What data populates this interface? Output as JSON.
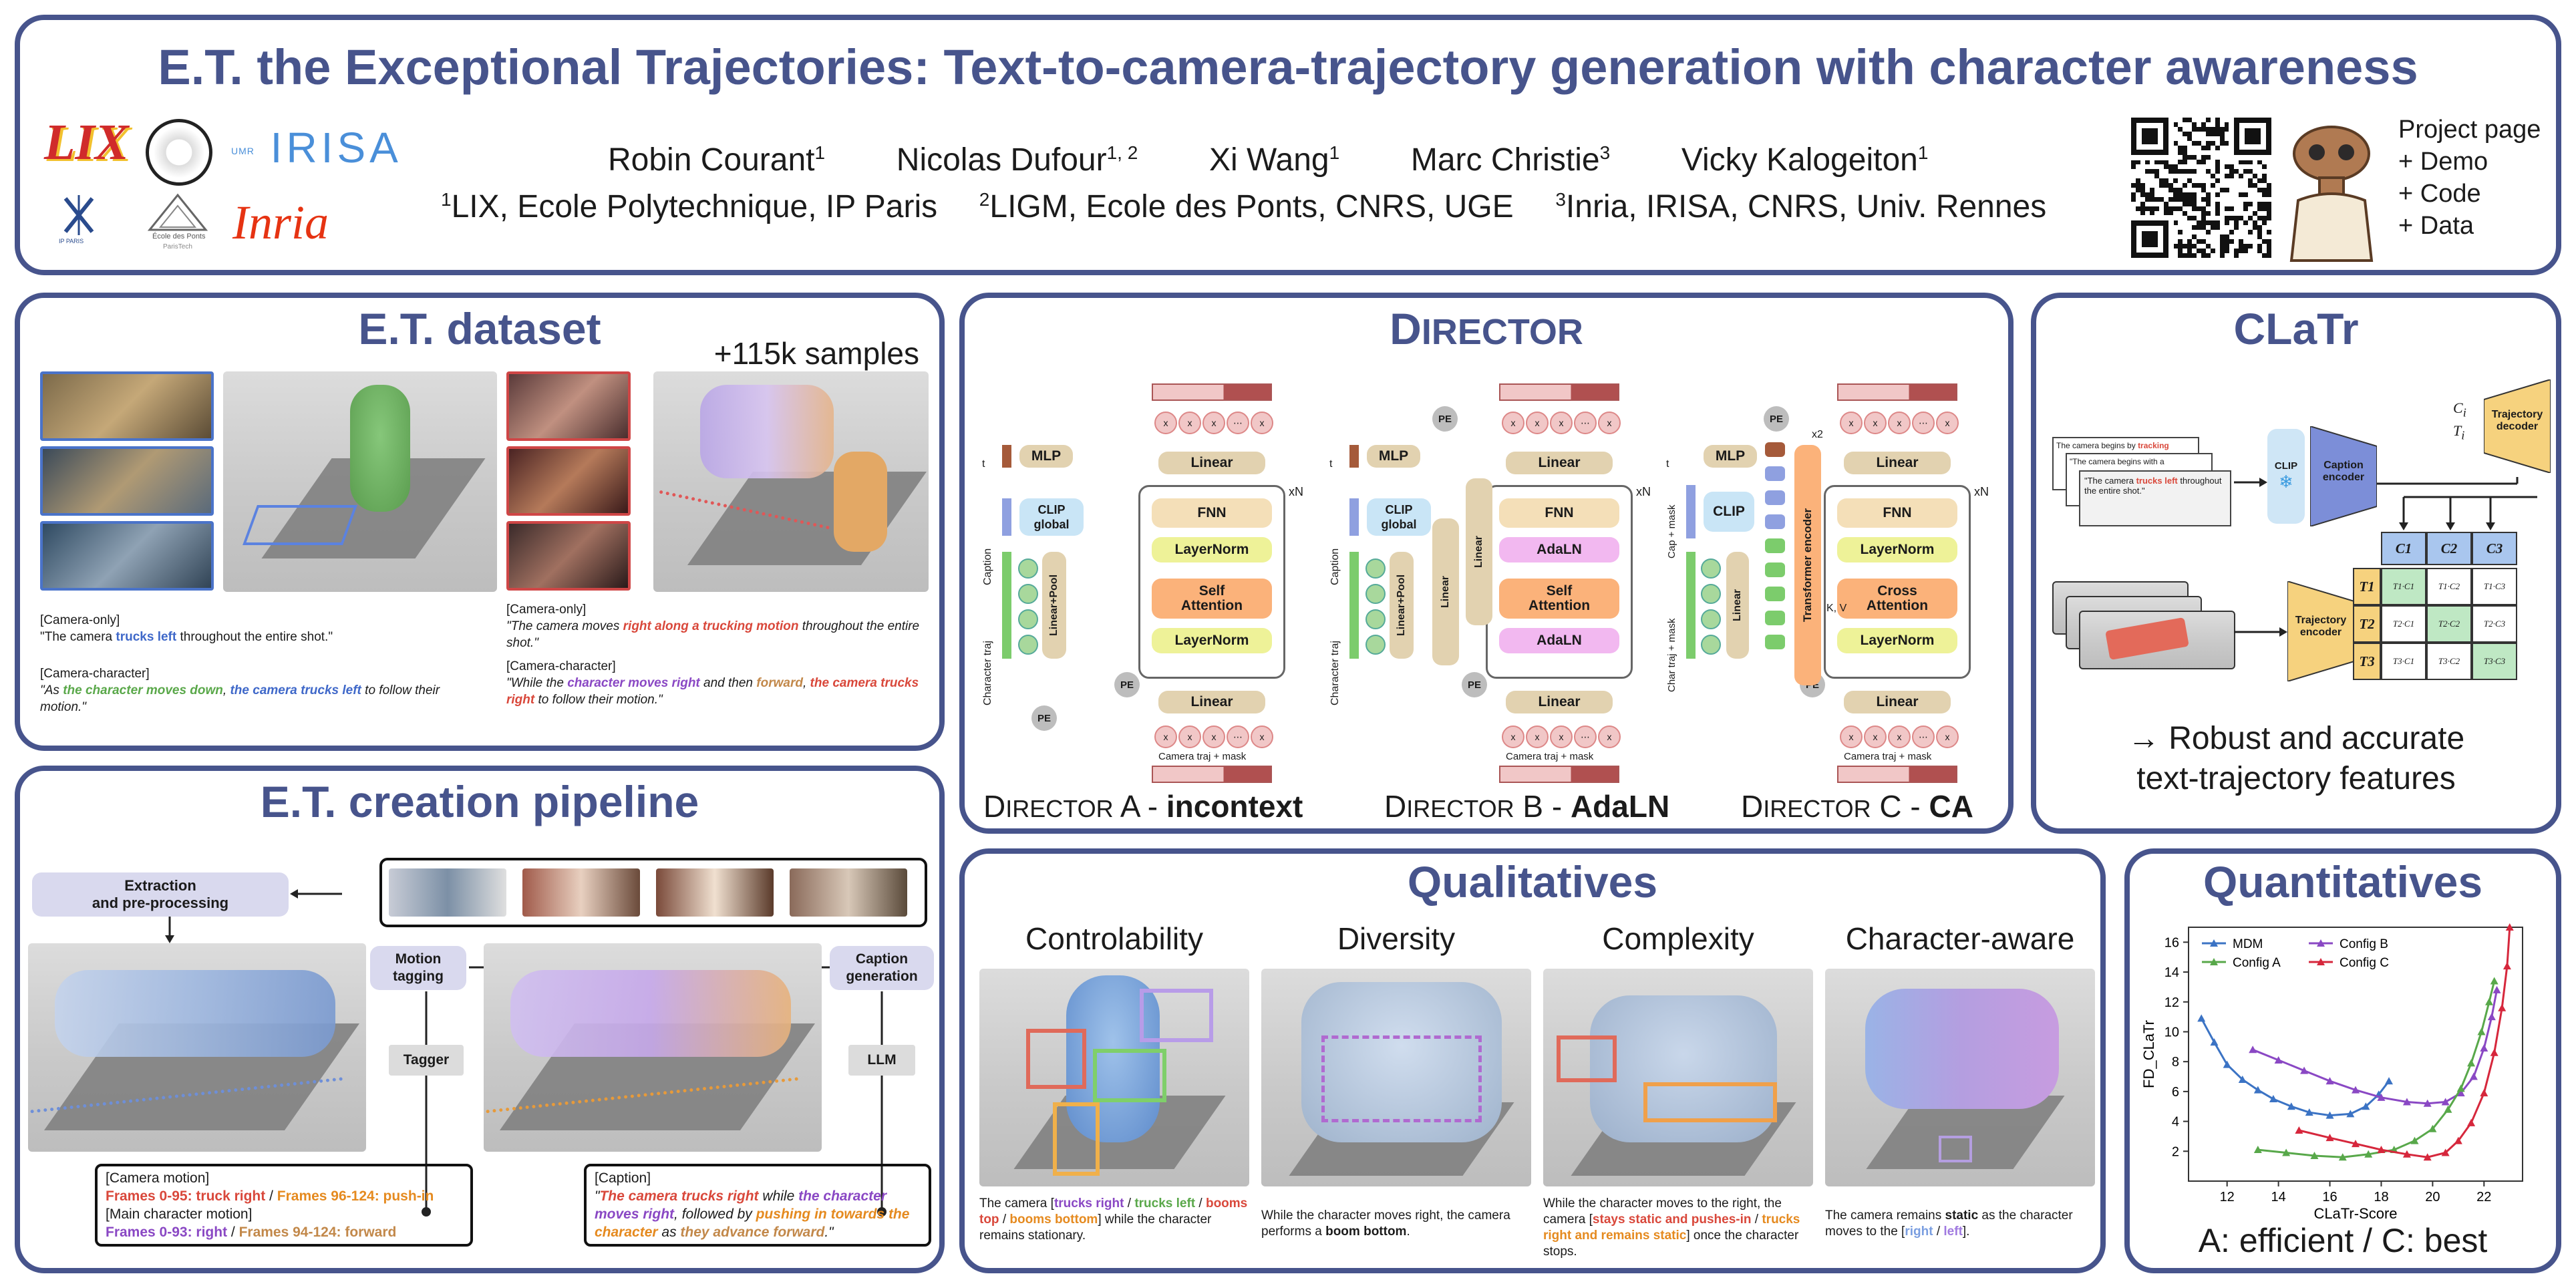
{
  "header": {
    "title": "E.T. the Exceptional Trajectories: Text-to-camera-trajectory generation with character awareness",
    "authors": [
      {
        "name": "Robin Courant",
        "sup": "1"
      },
      {
        "name": "Nicolas Dufour",
        "sup": "1, 2"
      },
      {
        "name": "Xi Wang",
        "sup": "1"
      },
      {
        "name": "Marc Christie",
        "sup": "3"
      },
      {
        "name": "Vicky Kalogeiton",
        "sup": "1"
      }
    ],
    "affiliations": [
      {
        "sup": "1",
        "text": "LIX, Ecole Polytechnique, IP Paris"
      },
      {
        "sup": "2",
        "text": "LIGM, Ecole des Ponts, CNRS, UGE"
      },
      {
        "sup": "3",
        "text": "Inria, IRISA, CNRS, Univ. Rennes"
      }
    ],
    "logos": {
      "lix": "LIX",
      "irisa": "IRISA",
      "irisa_prefix": "UMR",
      "inria": "Inria",
      "ponts": "École des Ponts",
      "ponts_sub": "ParisTech",
      "ipparis": "IP PARIS"
    },
    "project_lines": [
      "Project page",
      "+ Demo",
      "+ Code",
      "+ Data"
    ]
  },
  "dataset": {
    "title": "E.T. dataset",
    "count": "+115k samples",
    "left_tag1": "[Camera-only]",
    "left_q1_a": "\"The camera ",
    "left_q1_b": "trucks left",
    "left_q1_c": " throughout the entire shot.\"",
    "left_tag2": "[Camera-character]",
    "left_q2_a": "\"As ",
    "left_q2_b": "the character moves down",
    "left_q2_c": ", ",
    "left_q2_d": "the camera trucks left",
    "left_q2_e": " to follow their motion.\"",
    "right_tag1": "[Camera-only]",
    "right_q1_a": "\"The camera moves ",
    "right_q1_b": "right along a trucking motion",
    "right_q1_c": " throughout the entire shot.\"",
    "right_tag2": "[Camera-character]",
    "right_q2_a": "\"While the ",
    "right_q2_b": "character moves right",
    "right_q2_c": " and then ",
    "right_q2_d": "forward",
    "right_q2_e": ", ",
    "right_q2_f": "the camera trucks right",
    "right_q2_g": " to follow their motion.\""
  },
  "pipeline": {
    "title": "E.T. creation pipeline",
    "extraction": "Extraction\nand pre-processing",
    "motion_tagging": "Motion\ntagging",
    "caption_generation": "Caption\ngeneration",
    "tagger": "Tagger",
    "llm": "LLM",
    "tag_lines": [
      {
        "t": "[Camera motion]"
      },
      {
        "a": "Frames 0-95: truck right",
        "sep": " / ",
        "b": "Frames 96-124: push-in"
      },
      {
        "t": "[Main character motion]"
      },
      {
        "a": "Frames 0-93: right",
        "sep": " / ",
        "b": "Frames 94-124: forward"
      }
    ],
    "caption_tag": "[Caption]",
    "caption_parts": [
      "\"",
      "The camera trucks right",
      " while ",
      "the character moves right",
      ", followed by ",
      "pushing in towards the character",
      " as ",
      "they advance forward",
      ".\""
    ]
  },
  "director": {
    "title_a": "D",
    "title_b": "IRECTOR",
    "labels": [
      {
        "a": "D",
        "b": "IRECTOR",
        "c": " A - ",
        "d": "incontext"
      },
      {
        "a": "D",
        "b": "IRECTOR",
        "c": " B - ",
        "d": "AdaLN"
      },
      {
        "a": "D",
        "b": "IRECTOR",
        "c": " C - ",
        "d": "CA"
      }
    ],
    "modules": {
      "mlp": "MLP",
      "clip_global": "CLIP\nglobal",
      "clip": "CLIP",
      "linear": "Linear",
      "linear_pool": "Linear+Pool",
      "fnn": "FNN",
      "layernorm": "LayerNorm",
      "adaln": "AdaLN",
      "self_attention": "Self\nAttention",
      "cross_attention": "Cross\nAttention",
      "transformer_encoder": "Transformer encoder",
      "pe": "PE",
      "xn": "xN",
      "x2": "x2",
      "kv": "K, V",
      "t": "t",
      "caption": "Caption",
      "character_traj": "Character traj",
      "cap_mask": "Cap + mask",
      "char_mask": "Char traj + mask",
      "cam_input": "Camera traj + mask"
    }
  },
  "clatr": {
    "title": "CLaTr",
    "caption_text1": "The camera begins by ",
    "caption_text1_hl": "tracking",
    "caption_text2": "\"The camera begins with a",
    "caption_text3": "\"The camera ",
    "caption_text3_hl": "trucks left",
    "caption_text3_end": " throughout the entire shot.\"",
    "clip": "CLIP",
    "caption_encoder": "Caption\nencoder",
    "trajectory_encoder": "Trajectory\nencoder",
    "trajectory_decoder": "Trajectory\ndecoder",
    "ci": "C",
    "ti": "T",
    "c_heads": [
      "C1",
      "C2",
      "C3"
    ],
    "t_rows": [
      "T1",
      "T2",
      "T3"
    ],
    "note_line1": "→ Robust and accurate",
    "note_line2": "text-trajectory features"
  },
  "qualitatives": {
    "title": "Qualitatives",
    "cols": [
      {
        "title": "Controlability",
        "parts": [
          "The camera [",
          "trucks right",
          " / ",
          "trucks left",
          " / ",
          "booms top",
          " / ",
          "booms bottom",
          "] while the character remains stationary."
        ]
      },
      {
        "title": "Diversity",
        "parts": [
          "While the character moves right, the camera performs a ",
          "boom bottom",
          "."
        ]
      },
      {
        "title": "Complexity",
        "parts": [
          "While the character moves to the right, the camera [",
          "stays static and pushes-in",
          " / ",
          "trucks right and remains static",
          "] once the character stops."
        ]
      },
      {
        "title": "Character-aware",
        "parts": [
          "The camera remains ",
          "static",
          " as the character moves to the [",
          "right",
          " / ",
          "left",
          "]."
        ]
      }
    ]
  },
  "quantitatives": {
    "title": "Quantitatives",
    "caption": "A: efficient / C: best"
  },
  "chart_data": {
    "type": "line",
    "xlabel": "CLaTr-Score",
    "ylabel": "FD_CLaTr",
    "xlim": [
      10.5,
      23.5
    ],
    "ylim": [
      0,
      17
    ],
    "xticks": [
      12,
      14,
      16,
      18,
      20,
      22
    ],
    "yticks": [
      2,
      4,
      6,
      8,
      10,
      12,
      14,
      16
    ],
    "legend": [
      "MDM",
      "Config B",
      "Config A",
      "Config C"
    ],
    "legend_position": "top-left",
    "series": [
      {
        "name": "MDM",
        "color": "#3b73c4",
        "points": [
          [
            11.0,
            10.9
          ],
          [
            11.5,
            9.3
          ],
          [
            12.0,
            7.8
          ],
          [
            12.6,
            6.8
          ],
          [
            13.2,
            6.1
          ],
          [
            13.8,
            5.5
          ],
          [
            14.5,
            5.0
          ],
          [
            15.2,
            4.6
          ],
          [
            16.0,
            4.4
          ],
          [
            16.8,
            4.5
          ],
          [
            17.4,
            5.0
          ],
          [
            17.9,
            5.8
          ],
          [
            18.3,
            6.7
          ]
        ]
      },
      {
        "name": "Config B",
        "color": "#8a48c4",
        "points": [
          [
            13.0,
            8.8
          ],
          [
            14.0,
            8.1
          ],
          [
            15.0,
            7.4
          ],
          [
            16.0,
            6.7
          ],
          [
            17.0,
            6.1
          ],
          [
            18.0,
            5.6
          ],
          [
            19.0,
            5.3
          ],
          [
            19.8,
            5.2
          ],
          [
            20.5,
            5.3
          ],
          [
            21.1,
            5.9
          ],
          [
            21.6,
            7.0
          ],
          [
            22.0,
            8.9
          ],
          [
            22.3,
            11.0
          ],
          [
            22.5,
            12.8
          ]
        ]
      },
      {
        "name": "Config A",
        "color": "#58a84a",
        "points": [
          [
            13.2,
            2.1
          ],
          [
            14.3,
            1.9
          ],
          [
            15.4,
            1.7
          ],
          [
            16.5,
            1.6
          ],
          [
            17.5,
            1.8
          ],
          [
            18.5,
            2.1
          ],
          [
            19.3,
            2.7
          ],
          [
            20.0,
            3.5
          ],
          [
            20.6,
            4.8
          ],
          [
            21.1,
            6.2
          ],
          [
            21.5,
            7.9
          ],
          [
            21.9,
            10.0
          ],
          [
            22.2,
            12.0
          ],
          [
            22.4,
            13.4
          ]
        ]
      },
      {
        "name": "Config C",
        "color": "#d6273c",
        "points": [
          [
            14.8,
            3.4
          ],
          [
            16.0,
            2.9
          ],
          [
            17.0,
            2.5
          ],
          [
            18.0,
            2.1
          ],
          [
            19.0,
            1.8
          ],
          [
            19.8,
            1.6
          ],
          [
            20.5,
            1.9
          ],
          [
            21.0,
            2.7
          ],
          [
            21.5,
            3.9
          ],
          [
            22.0,
            5.9
          ],
          [
            22.4,
            8.6
          ],
          [
            22.7,
            11.6
          ],
          [
            22.9,
            14.4
          ],
          [
            23.0,
            17.0
          ]
        ]
      }
    ]
  }
}
